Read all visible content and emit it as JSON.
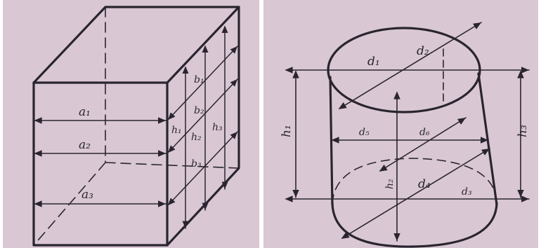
{
  "figures": {
    "left": {
      "shape": "rectangular box",
      "labels": {
        "a1": "a₁",
        "a2": "a₂",
        "a3": "a₃",
        "b1": "b₁",
        "b2": "b₂",
        "b3": "b₃",
        "h1": "h₁",
        "h2": "h₂",
        "h3": "h₃"
      }
    },
    "right": {
      "shape": "cylinder",
      "labels": {
        "d1": "d₁",
        "d2": "d₂",
        "d3": "d₃",
        "d4": "d₄",
        "d5": "d₅",
        "d6": "d₆",
        "h1": "h₁",
        "h2": "h₂",
        "h3": "h₃"
      }
    }
  },
  "colors": {
    "paper": "#d9c8d4",
    "ink": "#2a2530"
  }
}
